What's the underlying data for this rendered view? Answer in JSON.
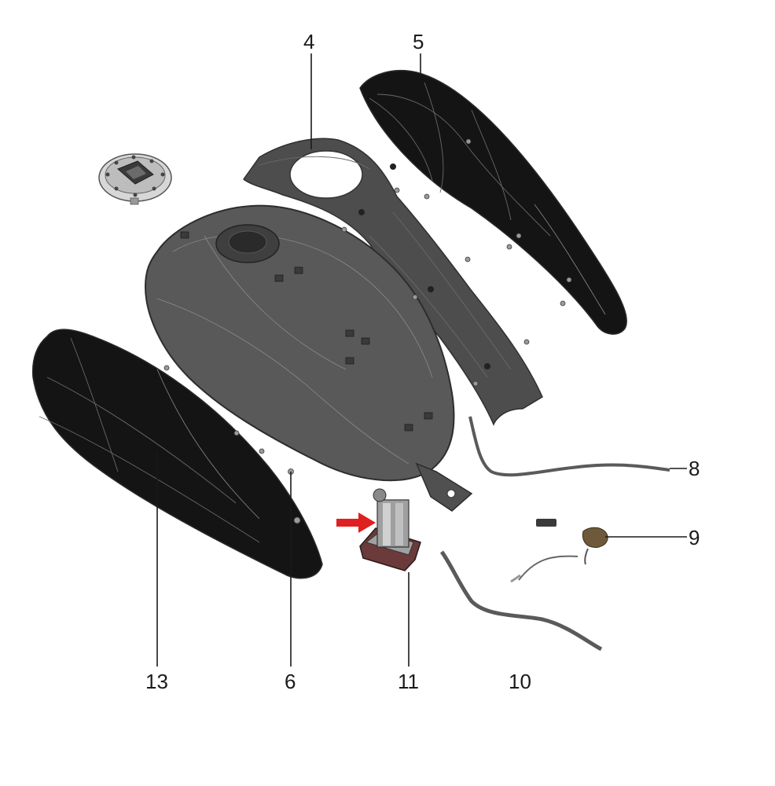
{
  "diagram": {
    "callouts": [
      {
        "id": "4",
        "label": "4"
      },
      {
        "id": "5",
        "label": "5"
      },
      {
        "id": "8",
        "label": "8"
      },
      {
        "id": "9",
        "label": "9"
      },
      {
        "id": "13",
        "label": "13"
      },
      {
        "id": "6",
        "label": "6"
      },
      {
        "id": "11",
        "label": "11"
      },
      {
        "id": "10",
        "label": "10"
      }
    ],
    "highlight_arrow_color": "#e02020",
    "highlighted_callout": "11",
    "parts": [
      {
        "name": "fuel-cap",
        "icon": "fuel-cap-icon"
      },
      {
        "name": "fuel-tank",
        "icon": "fuel-tank-icon"
      },
      {
        "name": "tank-console-bracket",
        "callout": "4"
      },
      {
        "name": "right-side-cover",
        "callout": "5"
      },
      {
        "name": "left-side-cover",
        "callout": "13"
      },
      {
        "name": "screw",
        "callout": "6"
      },
      {
        "name": "vent-hose",
        "callout": "8"
      },
      {
        "name": "fuel-level-sensor",
        "callout": "9"
      },
      {
        "name": "fuel-pump",
        "callout": "11"
      },
      {
        "name": "fuel-line",
        "callout": "10"
      }
    ]
  }
}
